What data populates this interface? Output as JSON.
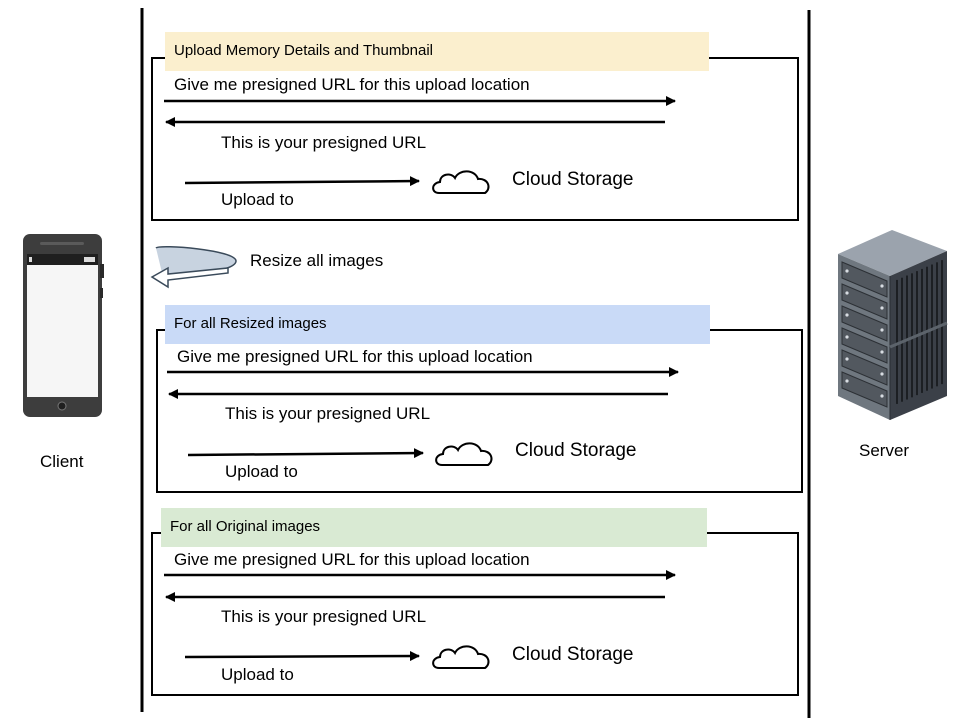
{
  "actors": {
    "client": {
      "label": "Client",
      "icon": "smartphone-icon"
    },
    "server": {
      "label": "Server",
      "icon": "server-rack-icon"
    }
  },
  "self_step": {
    "label": "Resize all images",
    "icon": "loop-arrow-icon"
  },
  "groups": [
    {
      "header": "Upload Memory Details and Thumbnail",
      "header_color": "#fbefce",
      "request": "Give me presigned URL for this upload location",
      "response": "This is your presigned URL",
      "upload": "Upload to",
      "storage": "Cloud Storage"
    },
    {
      "header": "For all Resized images",
      "header_color": "#c9daf7",
      "request": "Give me presigned URL for this upload location",
      "response": "This is your presigned URL",
      "upload": "Upload to",
      "storage": "Cloud Storage"
    },
    {
      "header": "For all Original images",
      "header_color": "#d9ead3",
      "request": "Give me presigned URL for this upload location",
      "response": "This is your presigned URL",
      "upload": "Upload to",
      "storage": "Cloud Storage"
    }
  ]
}
